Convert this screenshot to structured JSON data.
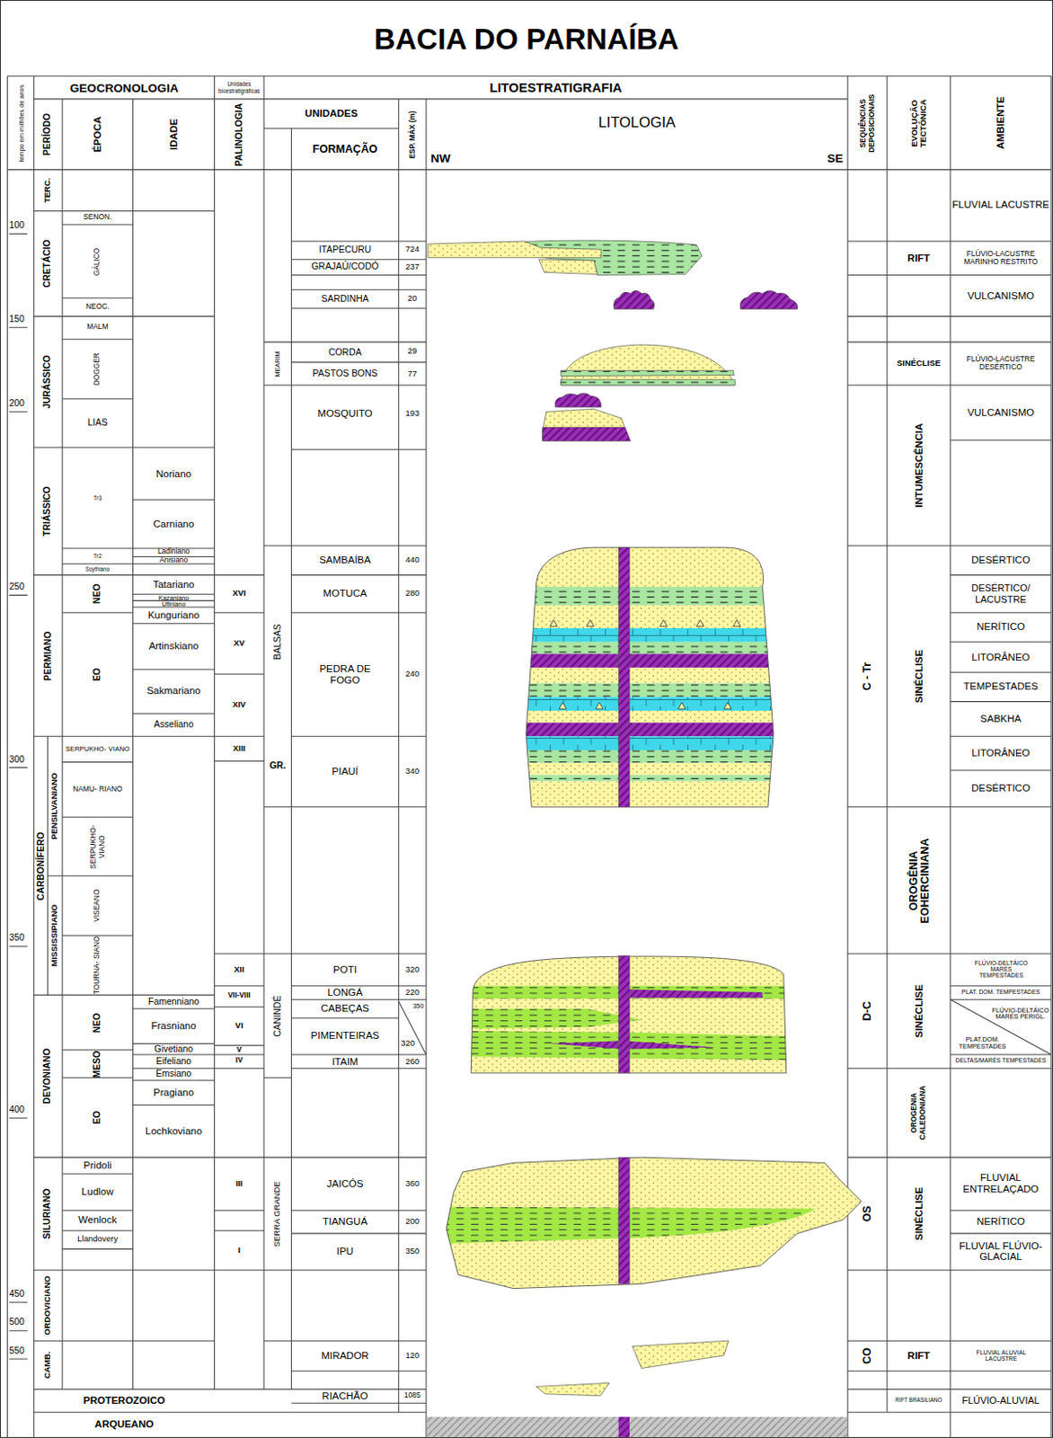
{
  "diagram": {
    "title": "BACIA DO PARNAÍBA",
    "labels": [
      "tempo em milhões de anos",
      "GEOCRONOLOGIA",
      "Unidades bioestratigráficas",
      "LITOESTRATIGRAFIA",
      "PERÍODO",
      "ÉPOCA",
      "IDADE",
      "PALINOLOGIA",
      "UNIDADES",
      "FORMAÇÃO",
      "ESP. MÁX (m)",
      "LITOLOGIA",
      "NW",
      "SE",
      "SEQUÊNCIAS DEPOSICIONAIS",
      "EVOLUÇÃO TECTÔNICA",
      "AMBIENTE",
      "100",
      "150",
      "200",
      "250",
      "300",
      "350",
      "400",
      "450",
      "500",
      "550",
      "TERC.",
      "CRETÁCIO",
      "JURÁSSICO",
      "TRIÁSSICO",
      "PERMIANO",
      "CARBONÍFERO",
      "PENSILVANIANO",
      "MISSISSIPIANO",
      "DEVONIANO",
      "SILURIANO",
      "ORDOVICIANO",
      "CAMB.",
      "PROTEROZOICO",
      "ARQUEANO",
      "SENON.",
      "GÁLICO",
      "NEOC.",
      "MALM",
      "DOGGER",
      "LIAS",
      "Tr3",
      "Tr2",
      "Scythiano",
      "NEO",
      "EO",
      "SERPUKHO- VIANO",
      "NAMU- RIANO",
      "SERPUKHO- VIANO",
      "VISEANO",
      "TOURNA- SIANO",
      "NEO",
      "MESO",
      "EO",
      "Pridoli",
      "Ludlow",
      "Wenlock",
      "Llandovery",
      "Noriano",
      "Carniano",
      "Ladiniano",
      "Anisiano",
      "Tatariano",
      "Kazaniano",
      "Ufiniano",
      "Kunguriano",
      "Artinskiano",
      "Sakmariano",
      "Asseliano",
      "Famenniano",
      "Frasniano",
      "Givetiano",
      "Eifeliano",
      "Emsiano",
      "Pragiano",
      "Lochkoviano",
      "XVI",
      "XV",
      "XIV",
      "XIII",
      "XII",
      "VII-VIII",
      "VI",
      "V",
      "IV",
      "III",
      "I",
      "MEARIM",
      "BALSAS",
      "GR.",
      "CANINDÉ",
      "SERRA GRANDE",
      "ITAPECURU",
      "724",
      "GRAJAÚ/CODÓ",
      "237",
      "SARDINHA",
      "20",
      "CORDA",
      "29",
      "PASTOS BONS",
      "77",
      "MOSQUITO",
      "193",
      "SAMBAÍBA",
      "440",
      "MOTUCA",
      "280",
      "PEDRA DE FOGO",
      "240",
      "PIAUÍ",
      "340",
      "POTI",
      "320",
      "LONGÁ",
      "220",
      "CABEÇAS",
      "350",
      "PIMENTEIRAS",
      "320",
      "ITAIM",
      "260",
      "JAICÓS",
      "360",
      "TIANGUÁ",
      "200",
      "IPU",
      "350",
      "MIRADOR",
      "120",
      "RIACHÃO",
      "1085",
      "C - Tr",
      "D-C",
      "OS",
      "CO",
      "RIFT",
      "SINÉCLISE",
      "INTUMESCÊNCIA",
      "SINÉCLISE",
      "OROGÊNIA EOHERCINIANA",
      "SINÉCLISE",
      "OROGENIA CALEDONIANA",
      "SINÉCLISE",
      "RIFT",
      "RIFT BRASILIANO",
      "FLUVIAL LACUSTRE",
      "FLÚVIO-LACUSTRE MARINHO RESTRITO",
      "VULCANISMO",
      "FLÚVIO-LACUSTRE DESÉRTICO",
      "VULCANISMO",
      "DESÉRTICO",
      "DESÉRTICO/ LACUSTRE",
      "NERÍTICO",
      "LITORÂNEO",
      "TEMPESTADES",
      "SABKHA",
      "LITORÂNEO",
      "DESÉRTICO",
      "FLÚVIO-DELTÁICO MARÉS TEMPESTADES",
      "PLAT. DOM. TEMPESTADES",
      "FLÚVIO-DELTÁICO MARÉS PERIGL.",
      "PLAT.DOM. TEMPESTADES",
      "DELTAS/MARÉS TEMPESTADES",
      "FLUVIAL ENTRELAÇADO",
      "NERÍTICO",
      "FLUVIAL FLÚVIO-GLACIAL",
      "FLUVIAL ALUVIAL LACUSTRE",
      "FLÚVIO-ALUVIAL"
    ]
  }
}
